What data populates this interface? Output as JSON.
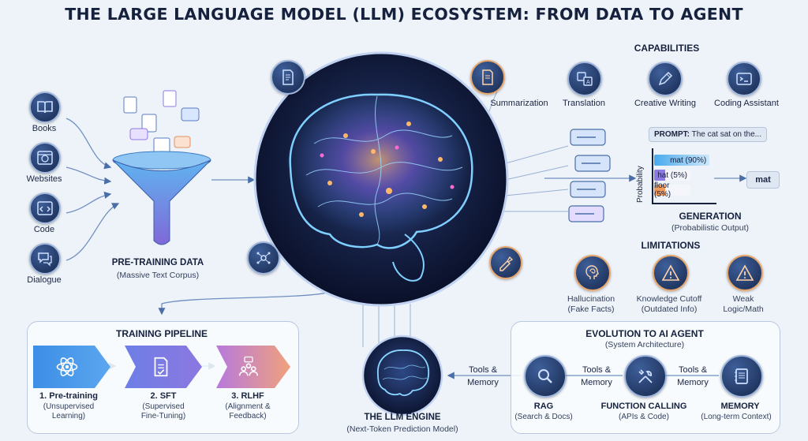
{
  "title": "THE LARGE LANGUAGE MODEL (LLM) ECOSYSTEM: FROM DATA TO AGENT",
  "sources": [
    {
      "label": "Books",
      "icon": "book-icon"
    },
    {
      "label": "Websites",
      "icon": "globe-icon"
    },
    {
      "label": "Code",
      "icon": "code-icon"
    },
    {
      "label": "Dialogue",
      "icon": "chat-icon"
    }
  ],
  "pretraining": {
    "title": "PRE-TRAINING DATA",
    "subtitle": "(Massive Text Corpus)"
  },
  "capabilities": {
    "title": "CAPABILITIES",
    "items": [
      {
        "label": "Summarization",
        "icon": "document-edit-icon"
      },
      {
        "label": "Translation",
        "icon": "translate-icon"
      },
      {
        "label": "Creative Writing",
        "icon": "pencil-icon"
      },
      {
        "label": "Coding Assistant",
        "icon": "terminal-icon"
      }
    ]
  },
  "generation": {
    "prompt_label": "PROMPT:",
    "prompt_text": "The cat sat on the...",
    "y_axis": "Probability",
    "title": "GENERATION",
    "subtitle": "(Probabilistic Output)",
    "result": "mat",
    "tokens": [
      {
        "label": "mat (90%)",
        "value": 0.9,
        "color": "#48a9ec"
      },
      {
        "label": "hat (5%)",
        "value": 0.05,
        "color": "#8d7ae0"
      },
      {
        "label": "floor (5%)",
        "value": 0.05,
        "color": "#f29a5a"
      }
    ]
  },
  "limitations": {
    "title": "LIMITATIONS",
    "items": [
      {
        "label": "Hallucination",
        "sub": "(Fake Facts)",
        "icon": "head-spiral-icon"
      },
      {
        "label": "Knowledge Cutoff",
        "sub": "(Outdated Info)",
        "icon": "warning-icon"
      },
      {
        "label": "Weak",
        "sub": "Logic/Math",
        "icon": "warning-icon"
      }
    ]
  },
  "training": {
    "title": "TRAINING PIPELINE",
    "steps": [
      {
        "label": "1. Pre-training",
        "sub1": "(Unsupervised",
        "sub2": "Learning)",
        "icon": "atom-icon"
      },
      {
        "label": "2. SFT",
        "sub1": "(Supervised",
        "sub2": "Fine-Tuning)",
        "icon": "checklist-icon"
      },
      {
        "label": "3. RLHF",
        "sub1": "(Alignment &",
        "sub2": "Feedback)",
        "icon": "people-feedback-icon"
      }
    ]
  },
  "engine": {
    "title": "THE LLM ENGINE",
    "subtitle": "(Next-Token Prediction Model)"
  },
  "agent": {
    "title": "EVOLUTION TO AI AGENT",
    "subtitle": "(System Architecture)",
    "tools_memory": "Tools &",
    "tools_memory2": "Memory",
    "items": [
      {
        "label": "RAG",
        "sub": "(Search & Docs)",
        "icon": "search-icon"
      },
      {
        "label": "FUNCTION CALLING",
        "sub": "(APIs & Code)",
        "icon": "tools-icon"
      },
      {
        "label": "MEMORY",
        "sub": "(Long-term Context)",
        "icon": "notebook-icon"
      }
    ]
  },
  "colors": {
    "navy": "#17294e",
    "accent_blue": "#48a9ec",
    "accent_purple": "#8d7ae0",
    "accent_orange": "#f29a5a"
  }
}
